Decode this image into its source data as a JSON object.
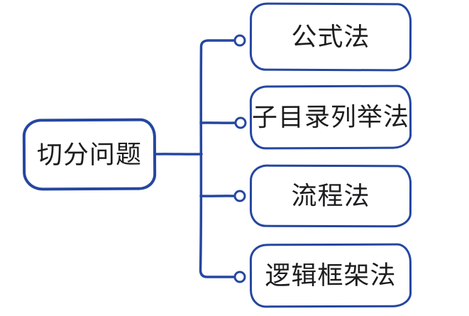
{
  "diagram": {
    "type": "mindmap",
    "root": {
      "label": "切分问题"
    },
    "children": [
      {
        "label": "公式法"
      },
      {
        "label": "子目录列举法"
      },
      {
        "label": "流程法"
      },
      {
        "label": "逻辑框架法"
      }
    ]
  },
  "colors": {
    "accent": "#2547a0",
    "text": "#1d1d1f",
    "background": "#ffffff"
  }
}
